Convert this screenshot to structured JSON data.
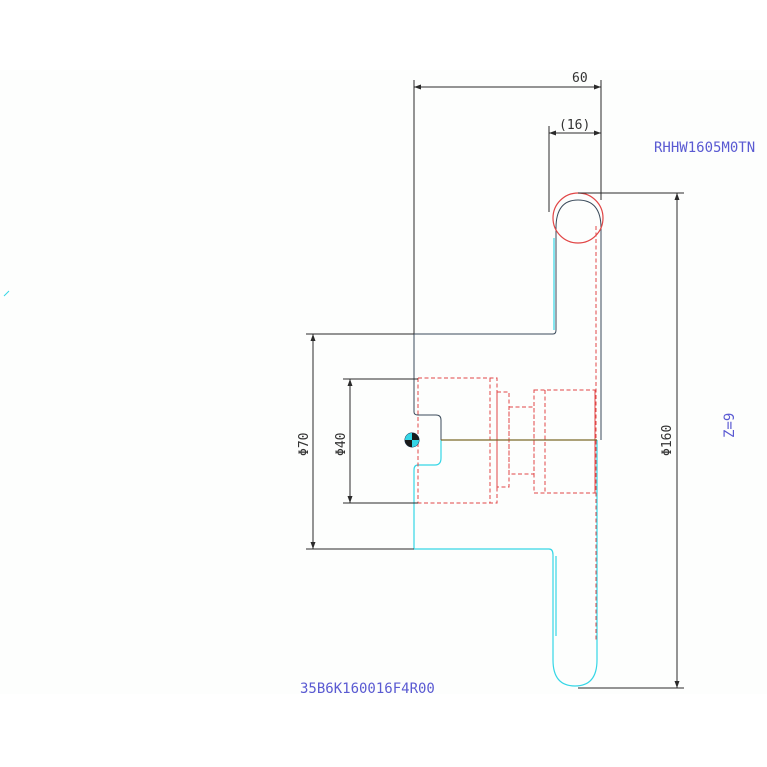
{
  "dimensions": {
    "width_total": "60",
    "width_insert": "(16)",
    "dia_70": "Φ70",
    "dia_40": "Φ40",
    "dia_160": "Φ160"
  },
  "labels": {
    "insert_code": "RHHW1605M0TN",
    "teeth": "Z=9",
    "tool_code": "35B6K160016F4R00"
  },
  "colors": {
    "outline_cyan": "#35d6e6",
    "hidden_red": "#e14646",
    "label_blue": "#5a5ad2",
    "dimension_dark": "#2a2a2a"
  }
}
